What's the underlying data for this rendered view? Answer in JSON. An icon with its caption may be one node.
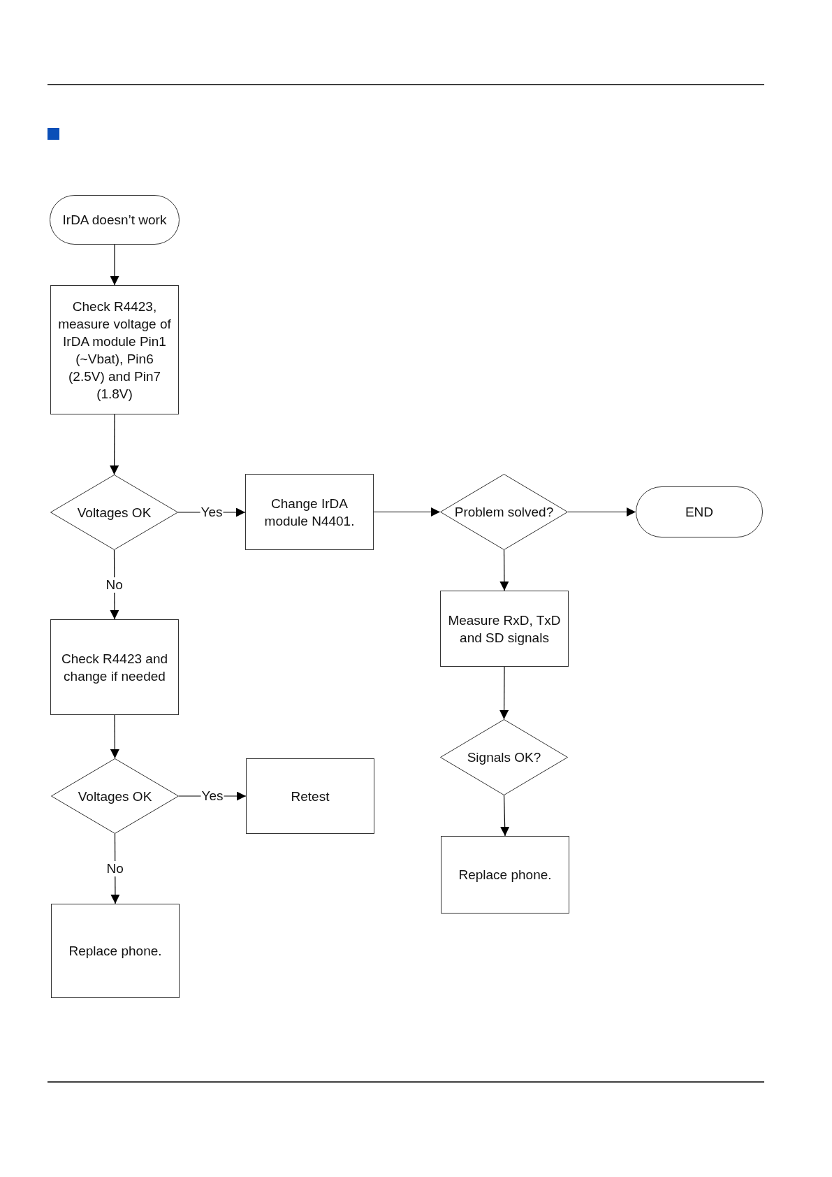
{
  "diagram": {
    "nodes": [
      {
        "text": [
          "IrDA doesn’t work"
        ]
      },
      {
        "text": [
          "Check R4423, measure voltage of IrDA module Pin1 (~Vbat), Pin6 (2.5V) and Pin7 (1.8V)"
        ]
      },
      {
        "text": [
          "Voltages OK"
        ]
      },
      {
        "text": [
          "Change IrDA module N4401."
        ]
      },
      {
        "text": [
          "Problem solved?"
        ]
      },
      {
        "text": [
          "END"
        ]
      },
      {
        "text": [
          "Measure RxD, TxD and SD signals"
        ]
      },
      {
        "text": [
          "Check R4423 and change if needed"
        ]
      },
      {
        "text": [
          "Signals OK?"
        ]
      },
      {
        "text": [
          "Voltages OK"
        ]
      },
      {
        "text": [
          "Retest"
        ]
      },
      {
        "text": [
          "Replace phone."
        ]
      },
      {
        "text": [
          "Replace phone."
        ]
      }
    ],
    "edges": [
      {
        "from": 0,
        "to": 1,
        "arrow": "to"
      },
      {
        "from": 1,
        "to": 2,
        "arrow": "to"
      },
      {
        "from": 2,
        "to": 3,
        "arrow": "to",
        "label": "Yes"
      },
      {
        "from": 3,
        "to": 4,
        "arrow": "to"
      },
      {
        "from": 4,
        "to": 5,
        "arrow": "to"
      },
      {
        "from": 4,
        "to": 6,
        "arrow": "to"
      },
      {
        "from": 2,
        "to": 7,
        "arrow": "to",
        "label": "No"
      },
      {
        "from": 6,
        "to": 8,
        "arrow": "to"
      },
      {
        "from": 7,
        "to": 9,
        "arrow": "to"
      },
      {
        "from": 9,
        "to": 10,
        "arrow": "to",
        "label": "Yes"
      },
      {
        "from": 9,
        "to": 12,
        "arrow": "to",
        "label": "No"
      },
      {
        "from": 8,
        "to": 11,
        "arrow": "to"
      }
    ]
  }
}
